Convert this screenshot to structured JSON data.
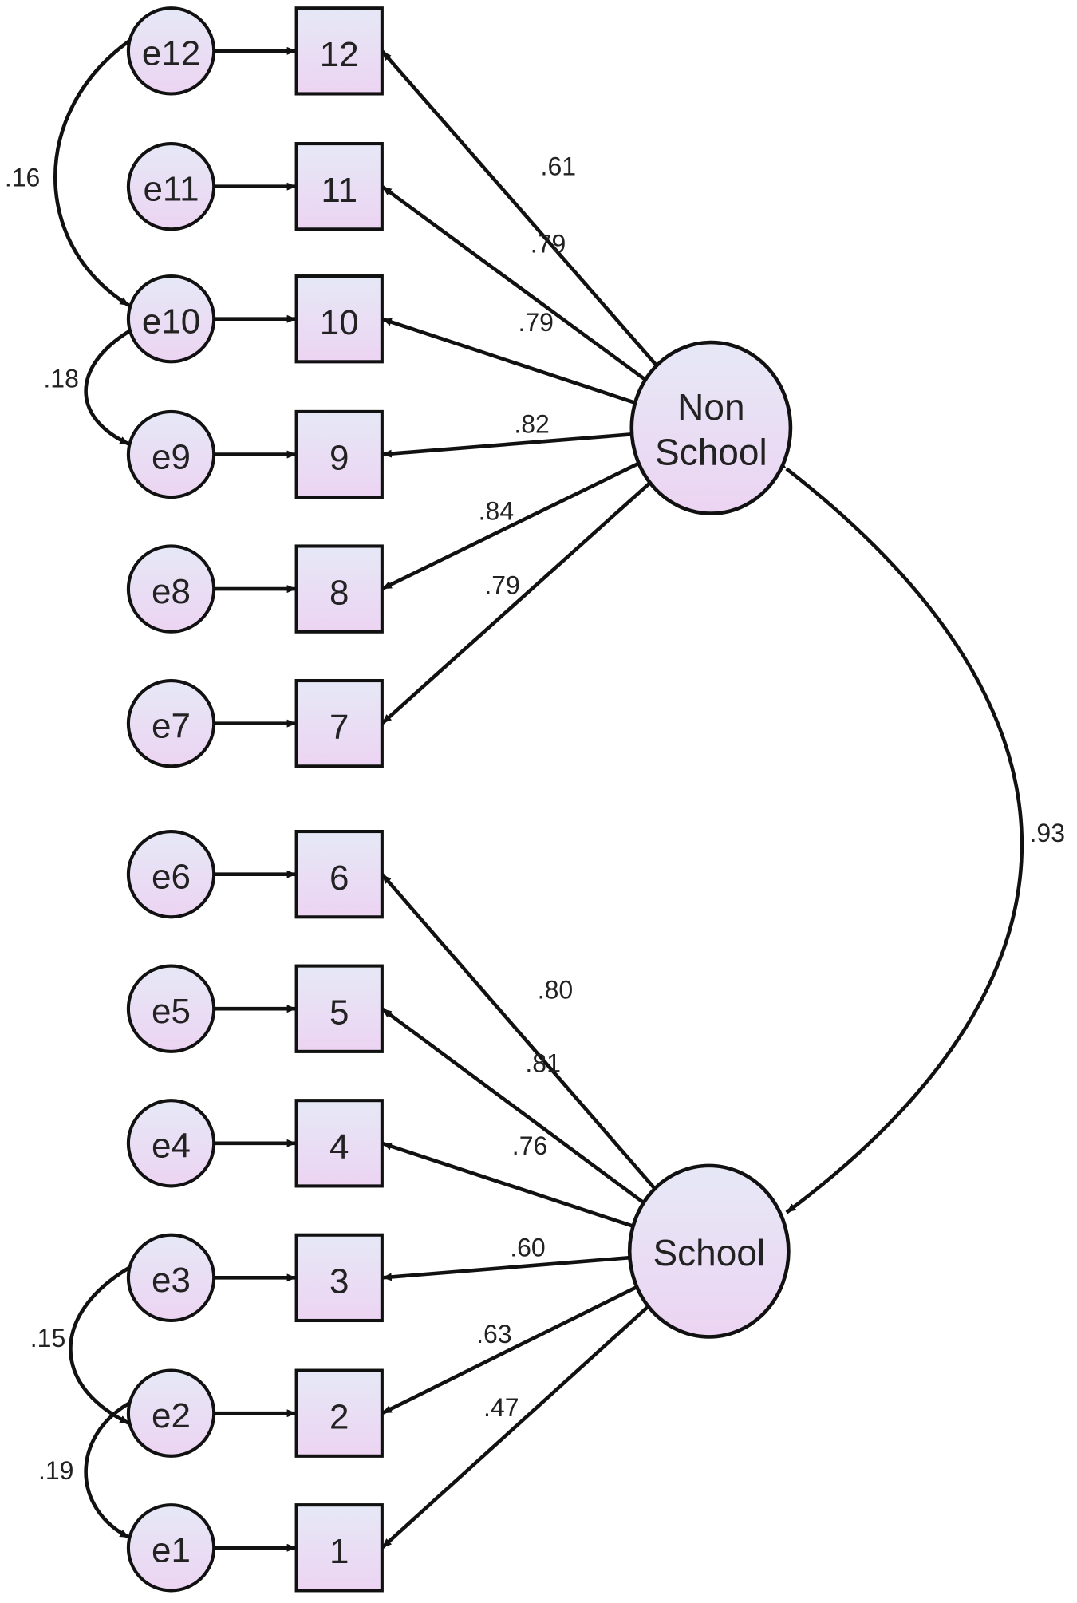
{
  "colors": {
    "fill_light": "#e6e8f6",
    "fill_dark": "#ecd4f2",
    "stroke": "#111111"
  },
  "latent": [
    {
      "id": "nonschool",
      "lines": [
        "Non",
        "School"
      ]
    },
    {
      "id": "school",
      "lines": [
        "School"
      ]
    }
  ],
  "errors": [
    {
      "id": "e12",
      "label": "e12"
    },
    {
      "id": "e11",
      "label": "e11"
    },
    {
      "id": "e10",
      "label": "e10"
    },
    {
      "id": "e9",
      "label": "e9"
    },
    {
      "id": "e8",
      "label": "e8"
    },
    {
      "id": "e7",
      "label": "e7"
    },
    {
      "id": "e6",
      "label": "e6"
    },
    {
      "id": "e5",
      "label": "e5"
    },
    {
      "id": "e4",
      "label": "e4"
    },
    {
      "id": "e3",
      "label": "e3"
    },
    {
      "id": "e2",
      "label": "e2"
    },
    {
      "id": "e1",
      "label": "e1"
    }
  ],
  "items": [
    {
      "id": "i12",
      "label": "12",
      "factor": "nonschool",
      "loading": ".61"
    },
    {
      "id": "i11",
      "label": "11",
      "factor": "nonschool",
      "loading": ".79"
    },
    {
      "id": "i10",
      "label": "10",
      "factor": "nonschool",
      "loading": ".79"
    },
    {
      "id": "i9",
      "label": "9",
      "factor": "nonschool",
      "loading": ".82"
    },
    {
      "id": "i8",
      "label": "8",
      "factor": "nonschool",
      "loading": ".84"
    },
    {
      "id": "i7",
      "label": "7",
      "factor": "nonschool",
      "loading": ".79"
    },
    {
      "id": "i6",
      "label": "6",
      "factor": "school",
      "loading": ".80"
    },
    {
      "id": "i5",
      "label": "5",
      "factor": "school",
      "loading": ".81"
    },
    {
      "id": "i4",
      "label": "4",
      "factor": "school",
      "loading": ".76"
    },
    {
      "id": "i3",
      "label": "3",
      "factor": "school",
      "loading": ".60"
    },
    {
      "id": "i2",
      "label": "2",
      "factor": "school",
      "loading": ".63"
    },
    {
      "id": "i1",
      "label": "1",
      "factor": "school",
      "loading": ".47"
    }
  ],
  "error_covariances": [
    {
      "from": "e12",
      "to": "e10",
      "value": ".16"
    },
    {
      "from": "e10",
      "to": "e9",
      "value": ".18"
    },
    {
      "from": "e3",
      "to": "e2",
      "value": ".15"
    },
    {
      "from": "e2",
      "to": "e1",
      "value": ".19"
    }
  ],
  "factor_correlation": {
    "from": "nonschool",
    "to": "school",
    "value": ".93"
  }
}
